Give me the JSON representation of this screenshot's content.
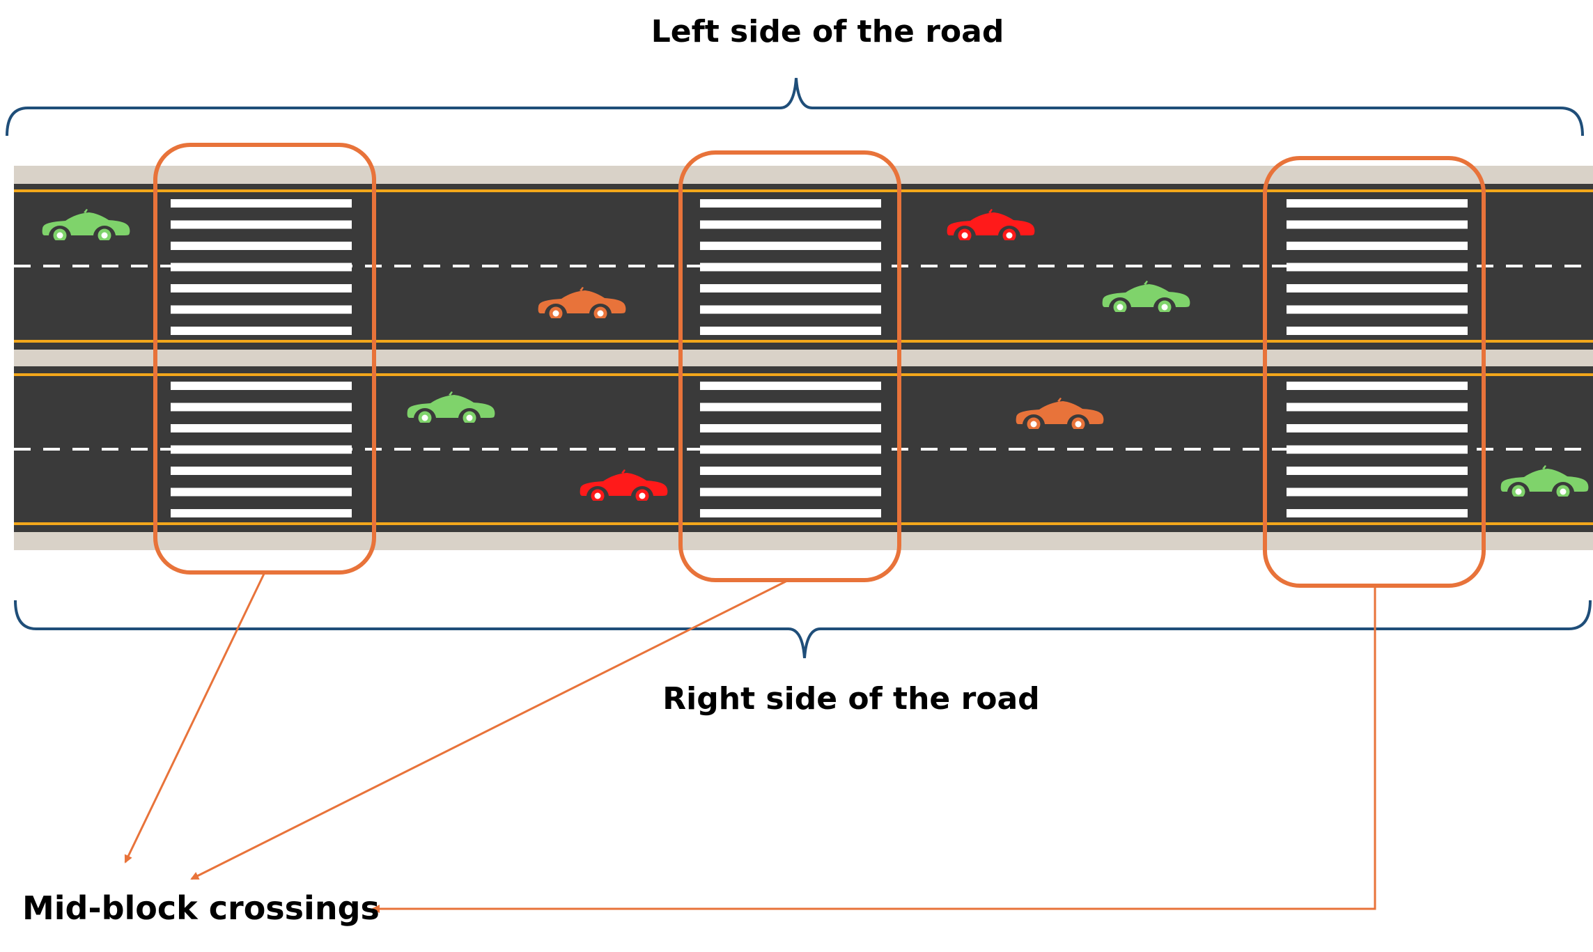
{
  "labels": {
    "top": "Left side of the road",
    "bottom": "Right side of the road",
    "callout": "Mid-block crossings"
  },
  "colors": {
    "asphalt": "#3a3a3a",
    "shoulder": "#d9d2c8",
    "edge_line": "#f2a71b",
    "lane_dash": "#ffffff",
    "zebra": "#ffffff",
    "highlight": "#e8733a",
    "brace": "#1f4e79",
    "car_green": "#7fd36b",
    "car_orange": "#e8733a",
    "car_red": "#ff1a1a"
  },
  "icons": {
    "car": "car-icon",
    "brace": "curly-brace-icon",
    "arrow": "arrow-icon"
  },
  "crossings_count": 3,
  "cars": [
    {
      "color": "green",
      "direction": "right"
    },
    {
      "color": "orange",
      "direction": "right"
    },
    {
      "color": "red",
      "direction": "right"
    },
    {
      "color": "green",
      "direction": "right"
    },
    {
      "color": "green",
      "direction": "right"
    },
    {
      "color": "red",
      "direction": "right"
    },
    {
      "color": "orange",
      "direction": "right"
    },
    {
      "color": "green",
      "direction": "right"
    }
  ]
}
